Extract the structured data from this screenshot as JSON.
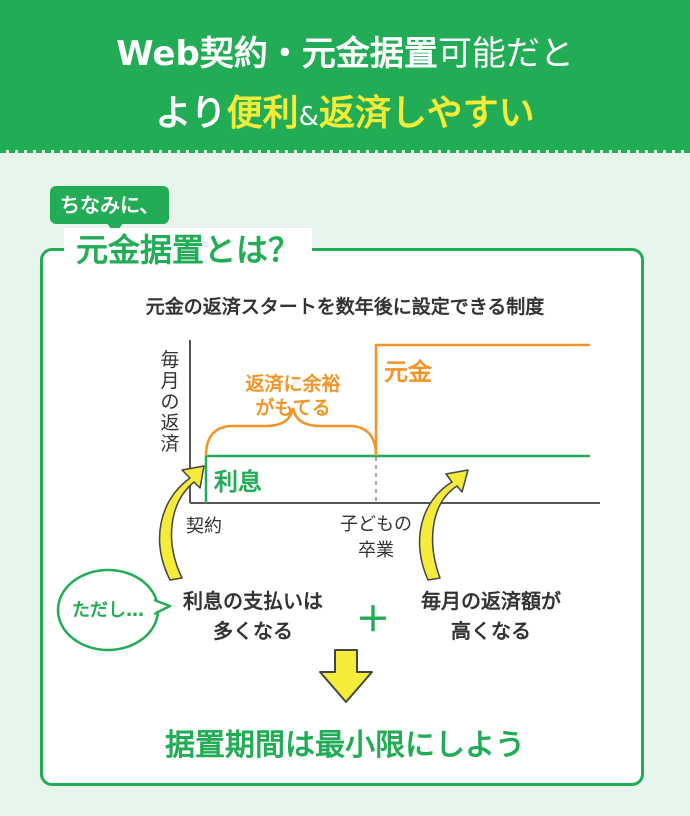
{
  "header": {
    "line1_bold": "Web契約・元金据置",
    "line1_rest": "可能だと",
    "line2_a": "より",
    "line2_b": "便利",
    "line2_amp": "&",
    "line2_c": "返済",
    "line2_d": "しやすい"
  },
  "badge": "ちなみに、",
  "section_title": "元金据置とは？",
  "subtitle": "元金の返済スタートを数年後に設定できる制度",
  "diagram": {
    "y_axis_label": [
      "毎",
      "月",
      "の",
      "返",
      "済"
    ],
    "step_high_label": "元金",
    "step_low_label": "利息",
    "brace_label_1": "返済に余裕",
    "brace_label_2": "がもてる",
    "x_start_label": "契約",
    "x_mid_label_1": "子どもの",
    "x_mid_label_2": "卒業",
    "note_bubble": "ただし…",
    "left_note_1": "利息の支払いは",
    "left_note_2": "多くなる",
    "plus": "＋",
    "right_note_1": "毎月の返済額が",
    "right_note_2": "高くなる"
  },
  "conclusion": "据置期間は最小限にしよう",
  "colors": {
    "green": "#22ac55",
    "orange": "#f39426",
    "yellow": "#f5ec3a",
    "background": "#e8f5ec"
  }
}
